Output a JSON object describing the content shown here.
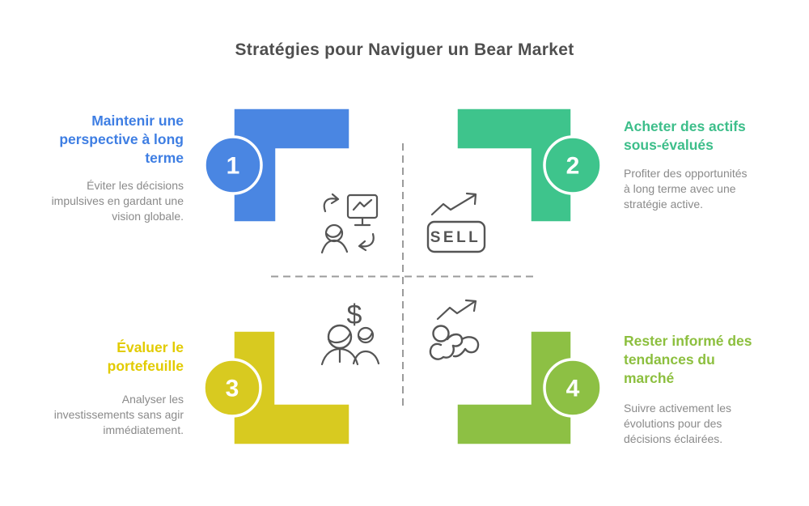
{
  "title": "Stratégies pour Naviguer un Bear Market",
  "quadrants": [
    {
      "number": "1",
      "color": "#4A86E2",
      "heading_color": "#3E7EE3",
      "heading": "Maintenir une\nperspective à long\nterme",
      "description": "Éviter les décisions\nimpulsives en gardant une\nvision globale."
    },
    {
      "number": "2",
      "color": "#3EC48C",
      "heading_color": "#3DBE8A",
      "heading": "Acheter des actifs\nsous-évalués",
      "description": "Profiter des opportunités\nà long terme avec une\nstratégie active."
    },
    {
      "number": "3",
      "color": "#D8CA20",
      "heading_color": "#E2CB00",
      "heading": "Évaluer le\nportefeuille",
      "description": "Analyser les\ninvestissements sans agir\nimmédiatement."
    },
    {
      "number": "4",
      "color": "#8DC044",
      "heading_color": "#8CBF3E",
      "heading": "Rester informé des\ntendances du\nmarché",
      "description": "Suivre activement les\névolutions pour des\ndécisions éclairées."
    }
  ],
  "icons": {
    "q1": "person-presenting-chart",
    "q2": "sell-sign-rising-arrow",
    "q3": "people-with-dollar",
    "q4": "runner-with-rising-arrow",
    "sell_label": "SELL",
    "dollar_glyph": "$"
  },
  "colors": {
    "background": "#FFFFFF",
    "title_text": "#4F4F4F",
    "body_text": "#8A8A8A",
    "icon_stroke": "#555555",
    "divider": "#9B9B9B"
  }
}
